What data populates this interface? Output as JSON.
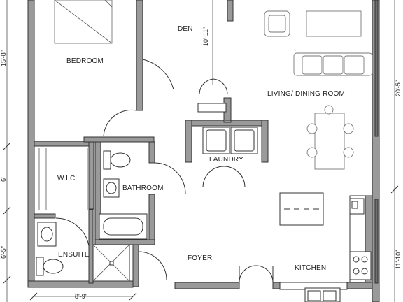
{
  "rooms": {
    "bedroom": "BEDROOM",
    "den": "DEN",
    "living_dining": "LIVING/ DINING ROOM",
    "wic": "W.I.C.",
    "bathroom": "BATHROOM",
    "laundry": "LAUNDRY",
    "ensuite": "ENSUITE",
    "foyer": "FOYER",
    "kitchen": "KITCHEN"
  },
  "dimensions": {
    "den_width": "10'-11\"",
    "bedroom_height": "15'-8\"",
    "living_height": "20'-5\"",
    "wic_height": "6'",
    "ensuite_height": "6'-5\"",
    "kitchen_height": "11'-10\"",
    "ensuite_width": "8'-9\""
  }
}
